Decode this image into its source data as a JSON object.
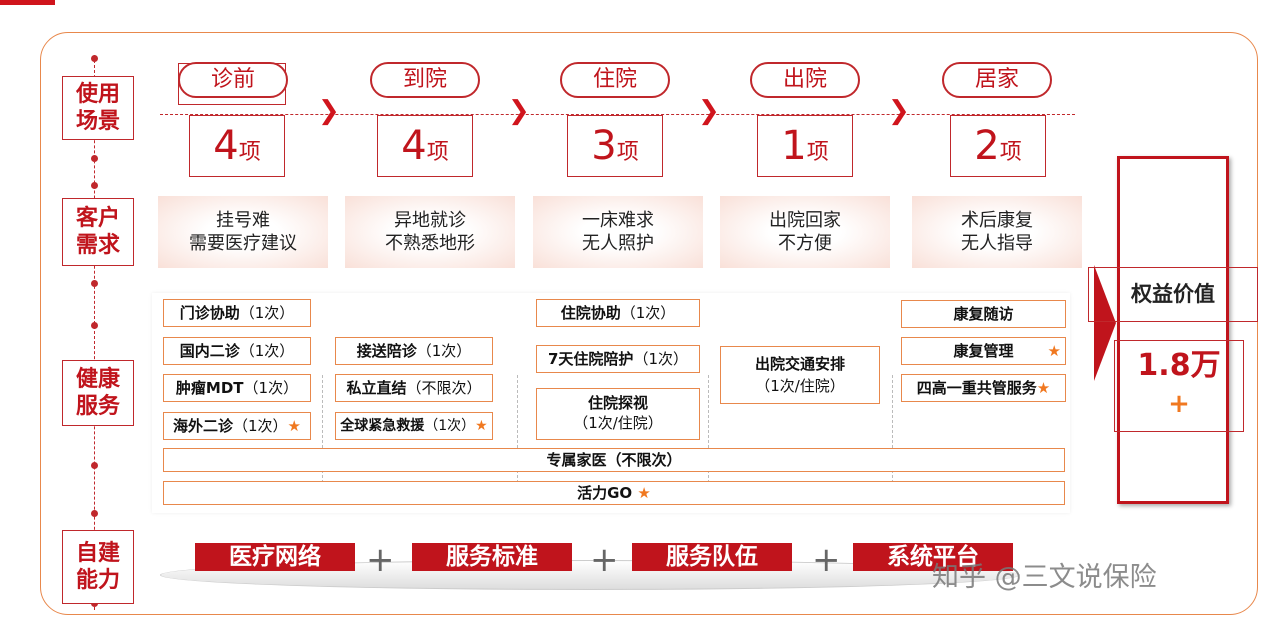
{
  "rows": {
    "scene": "使用场景",
    "needs": "客户需求",
    "services": "健康服务",
    "ability": "自建能力"
  },
  "stages": [
    {
      "name": "诊前",
      "count": "4",
      "unit": "项",
      "need1": "挂号难",
      "need2": "需要医疗建议"
    },
    {
      "name": "到院",
      "count": "4",
      "unit": "项",
      "need1": "异地就诊",
      "need2": "不熟悉地形"
    },
    {
      "name": "住院",
      "count": "3",
      "unit": "项",
      "need1": "一床难求",
      "need2": "无人照护"
    },
    {
      "name": "出院",
      "count": "1",
      "unit": "项",
      "need1": "出院回家",
      "need2": "不方便"
    },
    {
      "name": "居家",
      "count": "2",
      "unit": "项",
      "need1": "术后康复",
      "need2": "无人指导"
    }
  ],
  "services": {
    "s1": {
      "name": "门诊协助",
      "q": "（1次）"
    },
    "s2": {
      "name": "国内二诊",
      "q": "（1次）"
    },
    "s3": {
      "name": "肿瘤MDT",
      "q": "（1次）"
    },
    "s4": {
      "name": "海外二诊",
      "q": "（1次）"
    },
    "s5": {
      "name": "接送陪诊",
      "q": "（1次）"
    },
    "s6": {
      "name": "私立直结",
      "q": "（不限次）"
    },
    "s7": {
      "name": "全球紧急救援",
      "q": "（1次）"
    },
    "s8": {
      "name": "住院协助",
      "q": "（1次）"
    },
    "s9": {
      "name": "7天住院陪护",
      "q": "（1次）"
    },
    "s10": {
      "name": "住院探视",
      "q": "（1次/住院）"
    },
    "s11": {
      "name": "出院交通安排",
      "q": "（1次/住院）"
    },
    "s12": {
      "name": "康复随访"
    },
    "s13": {
      "name": "康复管理"
    },
    "s14": {
      "name": "四高一重共管服务"
    },
    "s15": {
      "name": "专属家医（不限次）"
    },
    "s16": {
      "name": "活力GO"
    },
    "star": "★"
  },
  "value": {
    "title": "权益价值",
    "amount": "1.8万",
    "plus": "+"
  },
  "capabilities": [
    "医疗网络",
    "服务标准",
    "服务队伍",
    "系统平台"
  ],
  "cap_plus": "+",
  "watermark": "知乎 @三文说保险",
  "colors": {
    "accent": "#c0141c",
    "border": "#e8884c",
    "star": "#f07820"
  }
}
